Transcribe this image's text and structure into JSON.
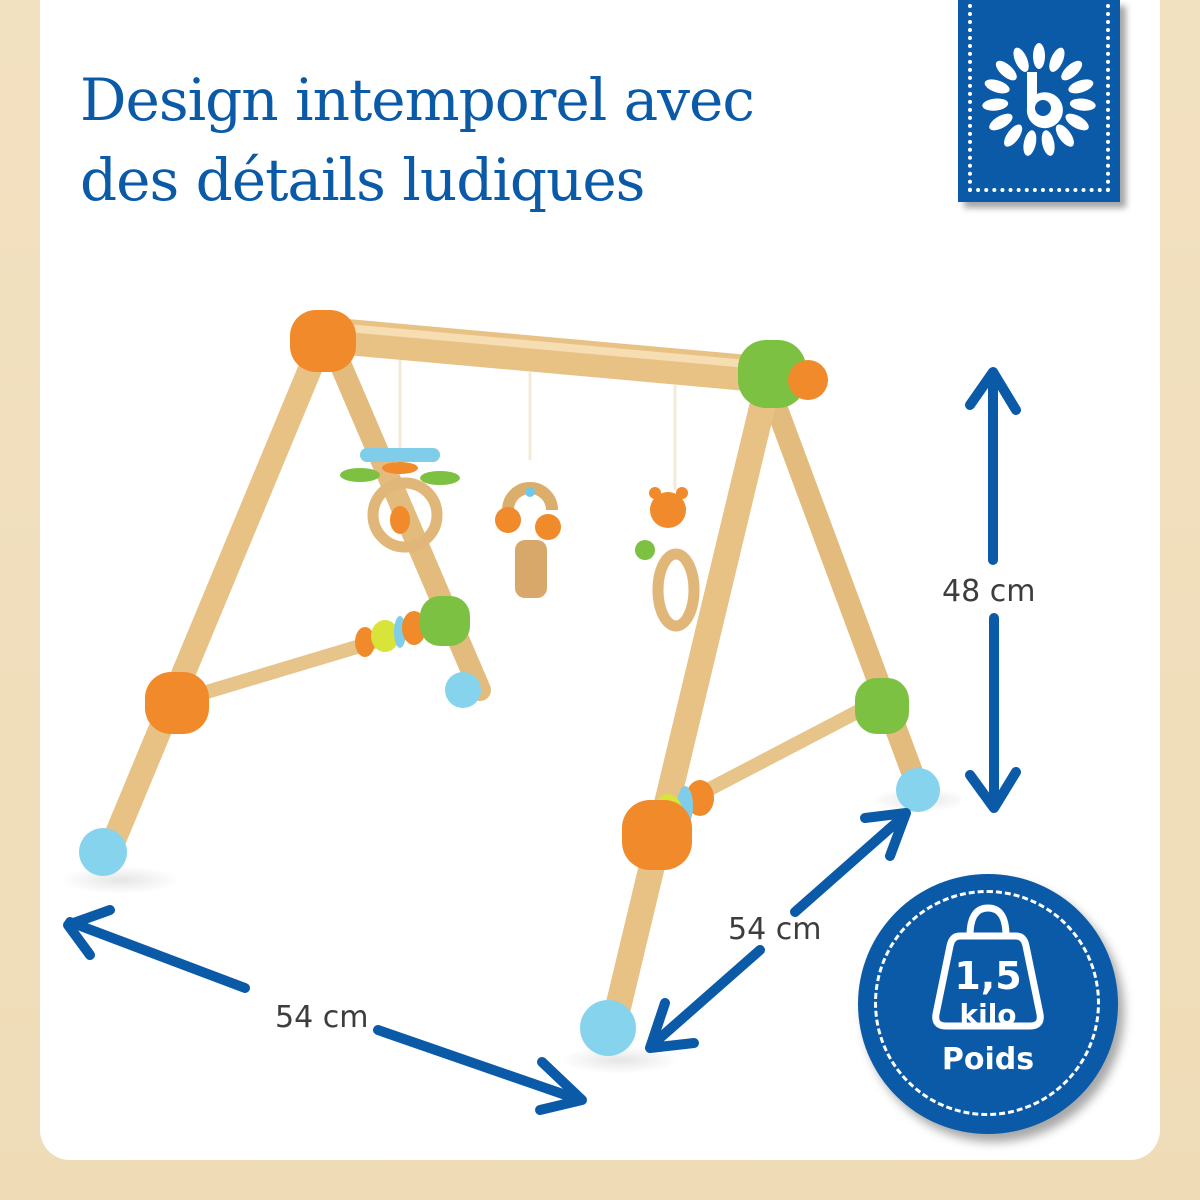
{
  "page": {
    "background_color": "#f1dfbd",
    "card_color": "#ffffff",
    "brand_color": "#0a5aa8"
  },
  "header": {
    "title_line1": "Design intemporel avec",
    "title_line2": "des détails ludiques"
  },
  "logo": {
    "icon": "bieco-b-flower-logo",
    "letter": "b"
  },
  "product": {
    "name": "wooden-baby-play-gym",
    "colors": {
      "wood": "#e9c88f",
      "orange": "#f08a2a",
      "green": "#7cc142",
      "blue": "#86d3ee",
      "yellow": "#d8e43a"
    }
  },
  "dimensions": {
    "height": "48 cm",
    "width": "54 cm",
    "depth": "54 cm"
  },
  "weight_badge": {
    "icon": "weight-icon",
    "value": "1,5",
    "unit": "kilo",
    "label": "Poids"
  }
}
